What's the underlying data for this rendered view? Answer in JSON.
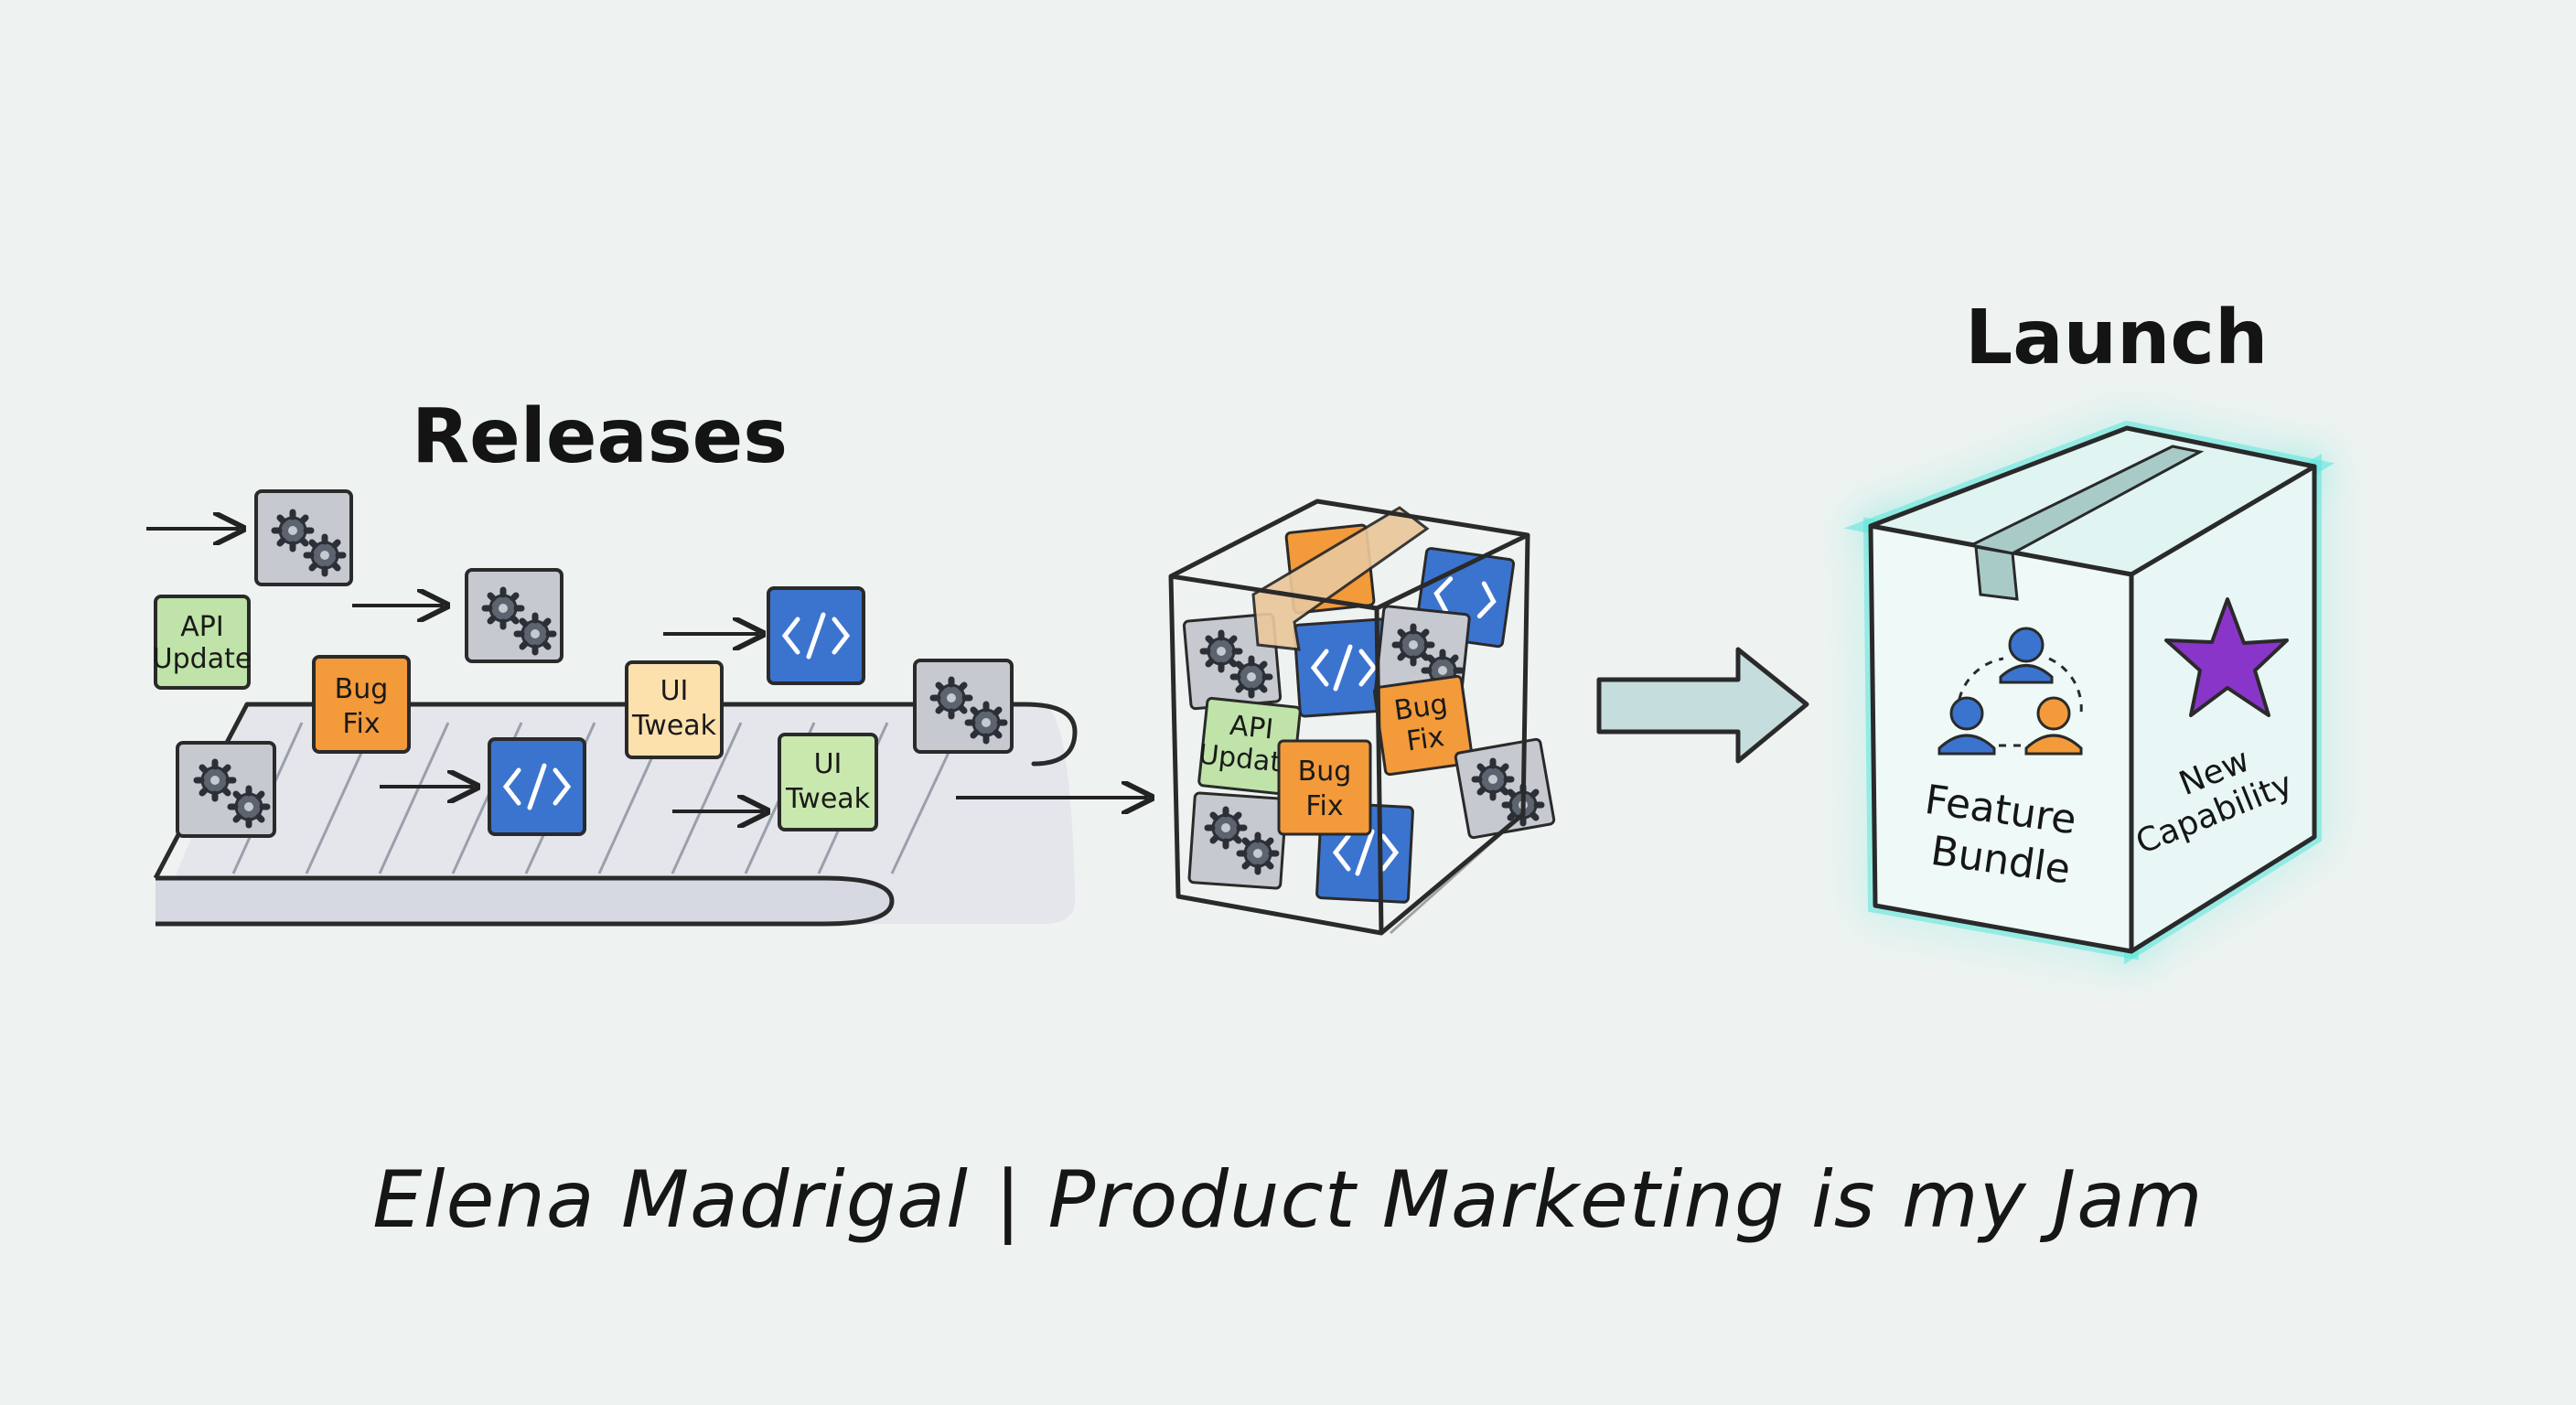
{
  "titles": {
    "releases": "Releases",
    "launch": "Launch"
  },
  "conveyor_tiles": [
    {
      "kind": "gear",
      "color": "#c6c9cf"
    },
    {
      "kind": "gear",
      "color": "#c6c9cf"
    },
    {
      "kind": "label",
      "lines": [
        "API",
        "Update"
      ],
      "color": "#bfe3a8"
    },
    {
      "kind": "label",
      "lines": [
        "Bug",
        "Fix"
      ],
      "color": "#f39a3a"
    },
    {
      "kind": "code",
      "color": "#3b74cf"
    },
    {
      "kind": "label",
      "lines": [
        "UI",
        "Tweak"
      ],
      "color": "#fde1ad"
    },
    {
      "kind": "gear",
      "color": "#c6c9cf"
    },
    {
      "kind": "gear",
      "color": "#c6c9cf"
    },
    {
      "kind": "code",
      "color": "#3b74cf"
    },
    {
      "kind": "label",
      "lines": [
        "UI",
        "Tweak"
      ],
      "color": "#c9e8ad"
    }
  ],
  "crate": {
    "labels": [
      {
        "lines": [
          "API",
          "Update"
        ]
      },
      {
        "lines": [
          "Bug",
          "Fix"
        ]
      },
      {
        "lines": [
          "Bug",
          "Fix"
        ]
      }
    ]
  },
  "launch_box": {
    "front_label": [
      "Feature",
      "Bundle"
    ],
    "side_label": [
      "New",
      "Capability"
    ],
    "glow_color": "#5fe6dc",
    "star_color": "#8a35c9"
  },
  "colors": {
    "code_tile": "#3b74cf",
    "bug_fix_tile": "#f39a3a",
    "api_tile": "#bfe3a8",
    "ui_tile": "#fde1ad",
    "gear_tile": "#c6c9cf"
  },
  "tagline": "Elena Madrigal | Product Marketing is my Jam"
}
